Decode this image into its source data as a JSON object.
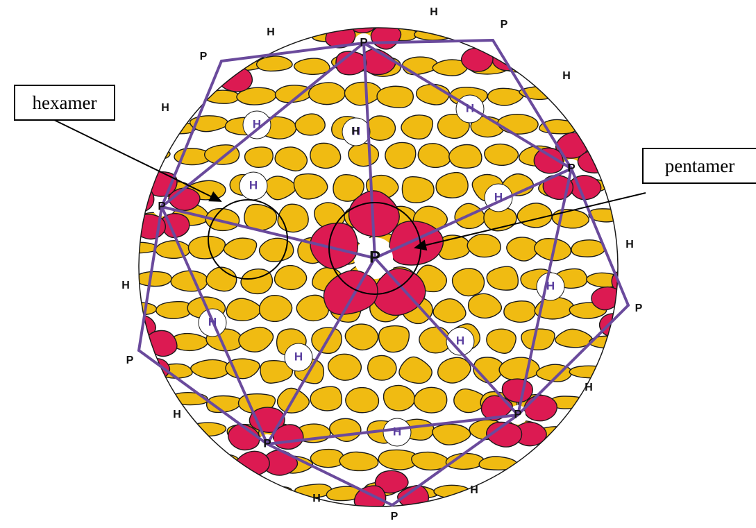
{
  "labels": {
    "hexamer": "hexamer",
    "pentamer": "pentamer",
    "pentamer_marker": "P",
    "hexamer_marker": "H"
  },
  "colors": {
    "pentamer_subunit": "#dc1a52",
    "hexamer_subunit": "#f0bb12",
    "lattice_line": "#6a4a9c",
    "outline": "#1a1a1a"
  }
}
